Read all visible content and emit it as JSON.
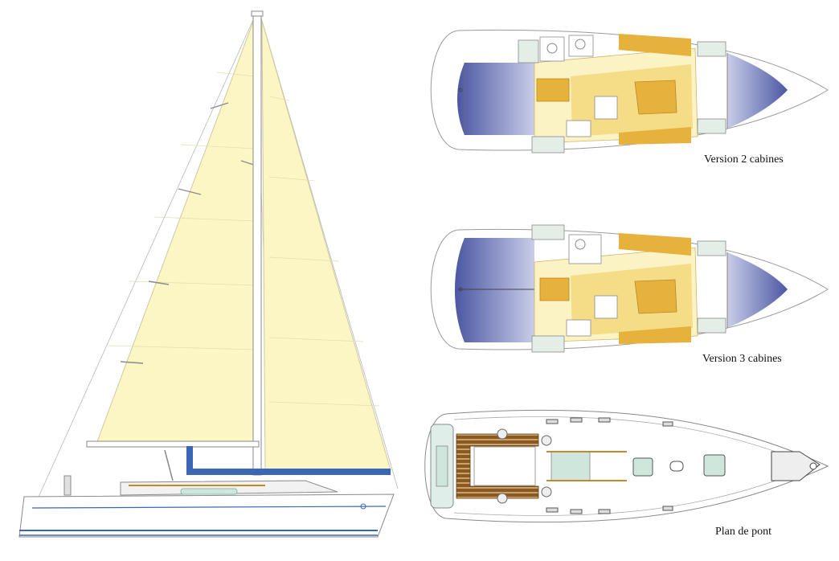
{
  "captions": {
    "two_cabins": "Version 2 cabines",
    "three_cabins": "Version 3 cabines",
    "deck_plan": "Plan de pont"
  },
  "colors": {
    "sail": "#fbf6c3",
    "sail_line": "#d8d3a8",
    "hull_stripe": "#3b66b8",
    "boom_cover": "#2f5fb3",
    "cabin_blue": "#5f6cb0",
    "cabin_blue_light": "#c9cde8",
    "cream": "#fbf3c4",
    "yellow": "#f4dd86",
    "orange": "#e7b23c",
    "teak": "#8a5a22",
    "mint": "#cfe6dc",
    "outline": "#8a8a8a"
  }
}
